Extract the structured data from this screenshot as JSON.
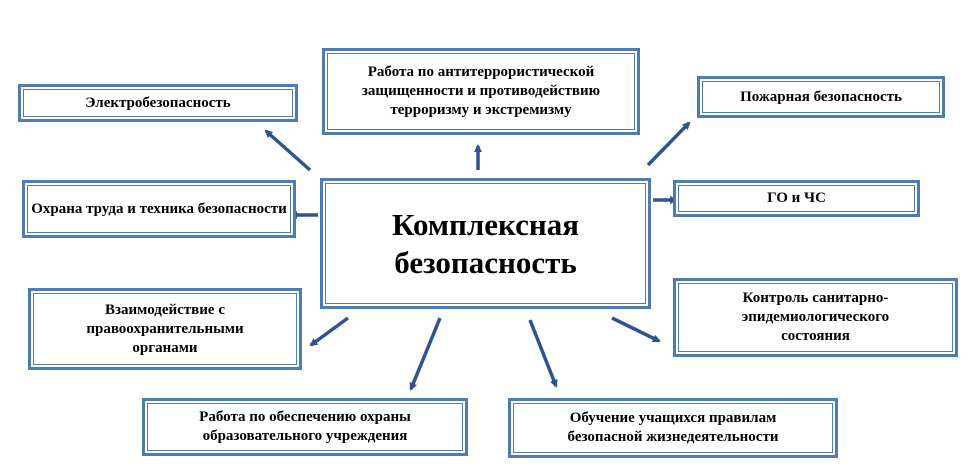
{
  "center": "Комплексная безопасность",
  "nodes": {
    "top": "Работа по антитеррористической защищенности и противодействию терроризму и экстремизму",
    "electro": "Электробезопасность",
    "fire": "Пожарная безопасность",
    "labor": "Охрана труда и техника безопасности",
    "civil": "ГО и ЧС",
    "police": "Взаимодействие с правоохранительными органами",
    "sanitary": "Контроль санитарно-эпидемиологического состояния",
    "guard": "Работа по обеспечению охраны образовательного учреждения",
    "education": "Обучение учащихся правилам безопасной жизнедеятельности"
  },
  "colors": {
    "border": "#4f7bb3",
    "arrow": "#2e548f"
  }
}
